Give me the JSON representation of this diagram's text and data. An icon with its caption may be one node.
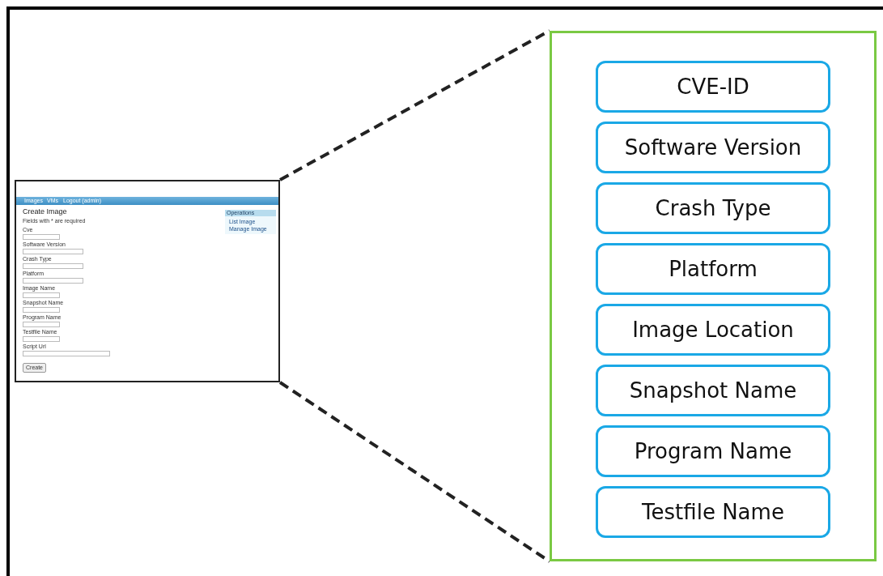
{
  "diagram": {
    "nodes": [
      {
        "text": [],
        "shape": "box"
      },
      {
        "text": [
          "CVE-ID"
        ],
        "in": 0
      },
      {
        "text": [
          "Software Version"
        ],
        "in": 0
      },
      {
        "text": [
          "Crash Type"
        ],
        "in": 0
      },
      {
        "text": [
          "Platform"
        ],
        "in": 0
      },
      {
        "text": [
          "Image Location"
        ],
        "in": 0
      },
      {
        "text": [
          "Snapshot Name"
        ],
        "in": 0
      },
      {
        "text": [
          "Program Name"
        ],
        "in": 0
      },
      {
        "text": [
          "Testfile Name"
        ],
        "in": 0
      },
      {
        "text": [],
        "shape": "box"
      }
    ],
    "edges": [
      {
        "from": 9,
        "to": 0,
        "arrow": "none",
        "style": "dashed"
      },
      {
        "from": 9,
        "to": 0,
        "arrow": "none",
        "style": "dashed"
      }
    ],
    "labels": [
      "Images",
      "VMs",
      "Logout (admin)",
      "Create Image",
      "Fields with * are required",
      "Operations",
      "List Image",
      "Manage Image",
      "Cve",
      "Software Version",
      "Crash Type",
      "Platform",
      "Image Name",
      "Snapshot Name",
      "Program Name",
      "Testfile Name",
      "Script Url",
      "Create"
    ]
  }
}
